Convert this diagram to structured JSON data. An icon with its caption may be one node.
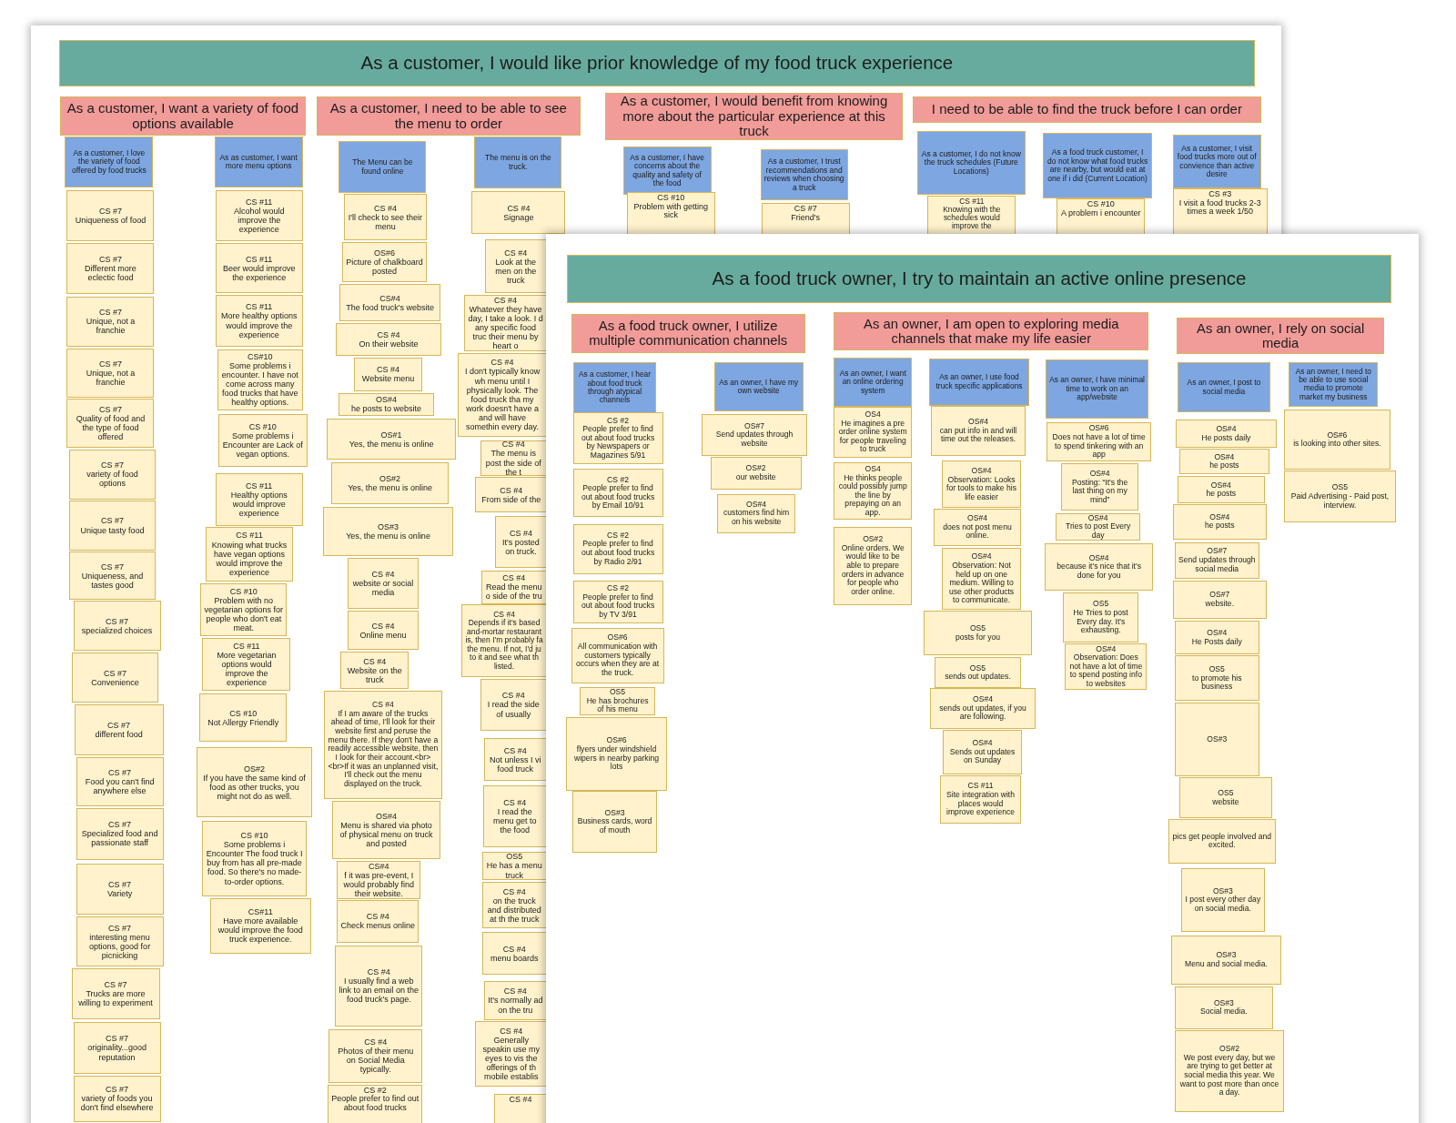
{
  "diagram": {
    "nodes": [
      {
        "text": [
          "As a customer, I would like prior knowledge of my food truck experience"
        ]
      },
      {
        "text": [
          "As a customer, I want a variety of food options available"
        ]
      },
      {
        "text": [
          "As a customer, I love the variety of food offered by food trucks"
        ]
      },
      {
        "text": [
          "CS #7",
          "Uniqueness of food"
        ]
      },
      {
        "text": [
          "CS #7",
          "Different more eclectic food"
        ]
      },
      {
        "text": [
          "CS #7",
          "Unique, not a franchie"
        ]
      },
      {
        "text": [
          "CS #7",
          "Unique, not a franchie"
        ]
      },
      {
        "text": [
          "CS #7",
          "Quality of food and the type of food offered"
        ]
      },
      {
        "text": [
          "CS #7",
          "variety of food options"
        ]
      },
      {
        "text": [
          "CS #7",
          "Unique tasty food"
        ]
      },
      {
        "text": [
          "CS #7",
          "Uniqueness, and tastes good"
        ]
      },
      {
        "text": [
          "CS #7",
          "specialized choices"
        ]
      },
      {
        "text": [
          "CS #7",
          "Convenience"
        ]
      },
      {
        "text": [
          "CS #7",
          "different food"
        ]
      },
      {
        "text": [
          "CS #7",
          "Food you can't find anywhere else"
        ]
      },
      {
        "text": [
          "CS #7",
          "Specialized food and passionate staff"
        ]
      },
      {
        "text": [
          "CS #7",
          "Variety"
        ]
      },
      {
        "text": [
          "CS #7",
          "interesting menu options, good for picnicking"
        ]
      },
      {
        "text": [
          "CS #7",
          "Trucks are more willing to experiment"
        ]
      },
      {
        "text": [
          "CS #7",
          "originality...good reputation"
        ]
      },
      {
        "text": [
          "CS #7",
          "variety of foods you don't find elsewhere"
        ]
      },
      {
        "text": [
          "As as customer, I want more menu options"
        ]
      },
      {
        "text": [
          "CS #11",
          "Alcohol would improve the experience"
        ]
      },
      {
        "text": [
          "CS #11",
          "Beer would improve the experience"
        ]
      },
      {
        "text": [
          "CS #11",
          "More healthy options would improve the experience"
        ]
      },
      {
        "text": [
          "CS#10",
          "Some problems i encounter. I have not come across many food trucks that have healthy options."
        ]
      },
      {
        "text": [
          "CS #10",
          "Some problems i Encounter are Lack of vegan options."
        ]
      },
      {
        "text": [
          "CS #11",
          "Healthy options would improve experience"
        ]
      },
      {
        "text": [
          "CS #11",
          "Knowing what trucks have vegan options would improve the experience"
        ]
      },
      {
        "text": [
          "CS #10",
          "Problem with no vegetarian options for people who don't eat meat."
        ]
      },
      {
        "text": [
          "CS #11",
          "More vegetarian options would improve the experience"
        ]
      },
      {
        "text": [
          "CS #10",
          "Not Allergy Friendly"
        ]
      },
      {
        "text": [
          "OS#2",
          "If you have the same kind of food as other trucks, you might not do as well."
        ]
      },
      {
        "text": [
          "CS #10",
          "Some problems i Encounter The food truck I buy from has all pre-made food. So there's no made-to-order options."
        ]
      },
      {
        "text": [
          "CS#11",
          "Have more available would improve the food truck experience."
        ]
      },
      {
        "text": [
          "As a customer, I need to be able to see the menu to order"
        ]
      },
      {
        "text": [
          "The Menu can be found online"
        ]
      },
      {
        "text": [
          "CS #4",
          "I'll check to see their menu"
        ]
      },
      {
        "text": [
          "OS#6",
          "Picture of chalkboard posted"
        ]
      },
      {
        "text": [
          "CS#4",
          "The food truck's website"
        ]
      },
      {
        "text": [
          "CS #4",
          "On their website"
        ]
      },
      {
        "text": [
          "CS #4",
          "Website menu"
        ]
      },
      {
        "text": [
          "OS#4",
          "he posts to website"
        ]
      },
      {
        "text": [
          "OS#1",
          "Yes, the menu is online"
        ]
      },
      {
        "text": [
          "OS#2",
          "Yes, the menu is online"
        ]
      },
      {
        "text": [
          "OS#3",
          "Yes, the menu is online"
        ]
      },
      {
        "text": [
          "CS #4",
          "website or social media"
        ]
      },
      {
        "text": [
          "CS #4",
          "Online menu"
        ]
      },
      {
        "text": [
          "CS #4",
          "Website on the truck"
        ]
      },
      {
        "text": [
          "CS #4",
          "If I am aware of the trucks ahead of time, I'll look for their website first and peruse the menu there. If they don't have a readily accessible website, then I look for their account.<br><br>If it was an unplanned visit, I'll check out the menu displayed on the truck."
        ]
      },
      {
        "text": [
          "OS#4",
          "Menu is shared via photo of physical menu on truck and posted"
        ]
      },
      {
        "text": [
          "CS#4",
          "f it was pre-event, I would probably find their website."
        ]
      },
      {
        "text": [
          "CS #4",
          "Check menus online"
        ]
      },
      {
        "text": [
          "CS #4",
          "I usually find a web link to an email on the food truck's page."
        ]
      },
      {
        "text": [
          "CS #4",
          "Photos of their menu on Social Media typically."
        ]
      },
      {
        "text": [
          "CS #2",
          "People prefer to find out about food trucks"
        ]
      },
      {
        "text": [
          "The menu is on the truck."
        ]
      },
      {
        "text": [
          "CS #4",
          "Signage"
        ]
      },
      {
        "text": [
          "CS #4",
          "Look at the men on the truck"
        ]
      },
      {
        "text": [
          "CS #4",
          "Whatever they have day, I take a look. I d any specific food truc their menu by heart o"
        ]
      },
      {
        "text": [
          "CS #4",
          "I don't typically know wh menu until I physically look. The food truck tha my work doesn't have a and will have somethin every day."
        ]
      },
      {
        "text": [
          "CS #4",
          "The menu is post the side of the t"
        ]
      },
      {
        "text": [
          "CS #4",
          "From side of the"
        ]
      },
      {
        "text": [
          "CS #4",
          "It's posted on truck."
        ]
      },
      {
        "text": [
          "CS #4",
          "Read the menu o side of the tru"
        ]
      },
      {
        "text": [
          "CS #4",
          "Depends if it's based and-mortar restaurant is, then I'm probably fa the menu. If not, I'd ju to it and see what th listed."
        ]
      },
      {
        "text": [
          "CS #4",
          "I read the side of usually"
        ]
      },
      {
        "text": [
          "CS #4",
          "Not unless I vi food truck"
        ]
      },
      {
        "text": [
          "CS #4",
          "I read the menu get to the food"
        ]
      },
      {
        "text": [
          "OS5",
          "He has a menu truck"
        ]
      },
      {
        "text": [
          "CS #4",
          "on the truck and distributed at th the truck"
        ]
      },
      {
        "text": [
          "CS #4",
          "menu boards"
        ]
      },
      {
        "text": [
          "CS #4",
          "It's normally ad on the tru"
        ]
      },
      {
        "text": [
          "CS #4",
          "Generally speakin use my eyes to vis the offerings of th mobile establis"
        ]
      },
      {
        "text": [
          "CS #4"
        ]
      },
      {
        "text": [
          "As a customer, I would benefit from knowing more about the particular experience at this truck"
        ]
      },
      {
        "text": [
          "As a customer, I have concerns about the quality and safety of the food"
        ]
      },
      {
        "text": [
          "CS #10",
          "Problem with getting sick"
        ]
      },
      {
        "text": [
          "As a customer, I trust recommendations and reviews when choosing a truck"
        ]
      },
      {
        "text": [
          "CS #7",
          "Friend's"
        ]
      },
      {
        "text": [
          "I need to be able to find the truck before I can order"
        ]
      },
      {
        "text": [
          "As a customer, I do not know the truck schedules (Future Locations)"
        ]
      },
      {
        "text": [
          "CS #11",
          "Knowing with the schedules would improve the"
        ]
      },
      {
        "text": [
          "As a food truck customer, I do not know what food trucks are nearby, but would eat at one if i did (Current Location)"
        ]
      },
      {
        "text": [
          "CS #10",
          "A problem i encounter"
        ]
      },
      {
        "text": [
          "As a customer, I visit food trucks more out of convience than active desire"
        ]
      },
      {
        "text": [
          "CS #3",
          "I visit a food trucks 2-3 times a week 1/50"
        ]
      },
      {
        "text": [
          "As a food truck owner, I try to maintain an active online presence"
        ]
      },
      {
        "text": [
          "As a food truck owner, I utilize multiple communication channels"
        ]
      },
      {
        "text": [
          "As a customer, I hear about food truck through atypical channels"
        ]
      },
      {
        "text": [
          "CS #2",
          "People prefer to find out about food trucks by Newspapers or Magazines 5/91"
        ]
      },
      {
        "text": [
          "CS #2",
          "People prefer to find out about food trucks by Email 10/91"
        ]
      },
      {
        "text": [
          "CS #2",
          "People prefer to find out about food trucks by Radio 2/91"
        ]
      },
      {
        "text": [
          "CS #2",
          "People prefer to find out about food trucks by TV 3/91"
        ]
      },
      {
        "text": [
          "OS#6",
          "All communication with customers typically occurs when they are at the truck."
        ]
      },
      {
        "text": [
          "OS5",
          "He has brochures of his menu"
        ]
      },
      {
        "text": [
          "OS#6",
          "flyers under windshield wipers in nearby parking lots"
        ]
      },
      {
        "text": [
          "OS#3",
          "Business cards, word of mouth"
        ]
      },
      {
        "text": [
          "As an owner, I have my own website"
        ]
      },
      {
        "text": [
          "OS#7",
          "Send updates through website"
        ]
      },
      {
        "text": [
          "OS#2",
          "our website"
        ]
      },
      {
        "text": [
          "OS#4",
          "customers find him on his website"
        ]
      },
      {
        "text": [
          "As an owner, I am open to exploring media channels that make my life easier"
        ]
      },
      {
        "text": [
          "As an owner, I want an online ordering system"
        ]
      },
      {
        "text": [
          "OS4",
          "He imagines a pre order online system for people traveling to truck"
        ]
      },
      {
        "text": [
          "OS4",
          "He thinks people could possibly jump the line by prepaying on an app."
        ]
      },
      {
        "text": [
          "OS#2",
          "Online orders. We would like to be able to prepare orders in advance for people who order online."
        ]
      },
      {
        "text": [
          "As an owner, I use food truck specific applications"
        ]
      },
      {
        "text": [
          "OS#4",
          "can put info in and will time out the releases."
        ]
      },
      {
        "text": [
          "OS#4",
          "Observation: Looks for tools to make his life easier"
        ]
      },
      {
        "text": [
          "OS#4",
          "does not post menu online."
        ]
      },
      {
        "text": [
          "OS#4",
          "Observation: Not held up on one medium. Willing to use other products to communicate."
        ]
      },
      {
        "text": [
          "OS5",
          "posts for you"
        ]
      },
      {
        "text": [
          "OS5",
          "sends out updates."
        ]
      },
      {
        "text": [
          "OS#4",
          "sends out updates, if you are following."
        ]
      },
      {
        "text": [
          "OS#4",
          "Sends out updates on Sunday"
        ]
      },
      {
        "text": [
          "CS #11",
          "Site integration with places would improve experience"
        ]
      },
      {
        "text": [
          "As an owner, I have minimal time to work on an app/website"
        ]
      },
      {
        "text": [
          "OS#6",
          "Does not have a lot of time to spend tinkering with an app"
        ]
      },
      {
        "text": [
          "OS#4",
          "Posting: “It's the last thing on my mind”"
        ]
      },
      {
        "text": [
          "OS#4",
          "Tries to post Every day"
        ]
      },
      {
        "text": [
          "OS#4",
          "because it's nice that it's done for you"
        ]
      },
      {
        "text": [
          "OS5",
          "He Tries to post Every day. It's exhausting."
        ]
      },
      {
        "text": [
          "OS#4",
          "Observation: Does not have a lot of time to spend posting info to websites"
        ]
      },
      {
        "text": [
          "As an owner, I rely on social media"
        ]
      },
      {
        "text": [
          "As an owner, I post to social media"
        ]
      },
      {
        "text": [
          "OS#4",
          "He posts daily"
        ]
      },
      {
        "text": [
          "OS#4",
          "he posts"
        ]
      },
      {
        "text": [
          "OS#4",
          "he posts"
        ]
      },
      {
        "text": [
          "OS#4",
          "he posts"
        ]
      },
      {
        "text": [
          "OS#7",
          "Send updates through social media"
        ]
      },
      {
        "text": [
          "OS#7",
          "website."
        ]
      },
      {
        "text": [
          "OS#4",
          "He Posts daily"
        ]
      },
      {
        "text": [
          "OS5",
          "to promote his business"
        ]
      },
      {
        "text": [
          "OS#3"
        ]
      },
      {
        "text": [
          "OS5",
          "website"
        ]
      },
      {
        "text": [
          "pics get people involved and excited."
        ]
      },
      {
        "text": [
          "OS#3",
          "I post every other day on social media."
        ]
      },
      {
        "text": [
          "OS#3",
          "Menu and social media."
        ]
      },
      {
        "text": [
          "OS#3",
          "Social media."
        ]
      },
      {
        "text": [
          "OS#2",
          "We post every day, but we are trying to get better at social media this year. We want to post more than once a day."
        ]
      },
      {
        "text": [
          "As an owner, I need to be able to use social media to promote market my business"
        ]
      },
      {
        "text": [
          "OS#6",
          "is looking into other sites."
        ]
      },
      {
        "text": [
          "OS5",
          "Paid Advertising - Paid post, interview."
        ]
      }
    ]
  }
}
